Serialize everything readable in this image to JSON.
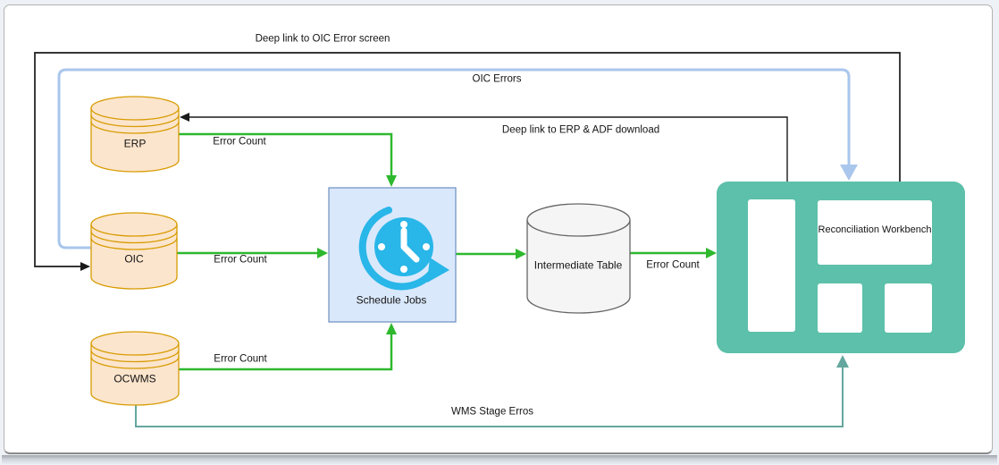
{
  "diagram": {
    "nodes": {
      "erp": {
        "label": "ERP",
        "type": "database"
      },
      "oic": {
        "label": "OIC",
        "type": "database"
      },
      "ocwms": {
        "label": "OCWMS",
        "type": "database"
      },
      "schedule_jobs": {
        "label": "Schedule Jobs",
        "icon": "clock-schedule-icon"
      },
      "intermediate_table": {
        "label": "Intermediate Table",
        "type": "database"
      },
      "reconciliation_workbench": {
        "label": "Reconciliation Workbench",
        "type": "application-window"
      }
    },
    "edges": {
      "deep_link_oic": {
        "label": "Deep link to OIC Error screen",
        "from": "reconciliation_workbench",
        "to": "oic",
        "color": "#1a1a1a"
      },
      "oic_errors": {
        "label": "OIC Errors",
        "from": "oic",
        "to": "reconciliation_workbench",
        "color": "#a9c6ec"
      },
      "deep_link_erp": {
        "label": "Deep link to ERP & ADF download",
        "from": "reconciliation_workbench",
        "to": "erp",
        "color": "#1a1a1a"
      },
      "error_count_erp": {
        "label": "Error Count",
        "from": "erp",
        "to": "schedule_jobs",
        "color": "#2eb82e"
      },
      "error_count_oic": {
        "label": "Error Count",
        "from": "oic",
        "to": "schedule_jobs",
        "color": "#2eb82e"
      },
      "error_count_ocwms": {
        "label": "Error Count",
        "from": "ocwms",
        "to": "schedule_jobs",
        "color": "#2eb82e"
      },
      "schedule_to_intermediate": {
        "label": "",
        "from": "schedule_jobs",
        "to": "intermediate_table",
        "color": "#2eb82e"
      },
      "error_count_intermediate": {
        "label": "Error Count",
        "from": "intermediate_table",
        "to": "reconciliation_workbench",
        "color": "#2eb82e"
      },
      "wms_stage_errors": {
        "label": "WMS Stage Erros",
        "from": "ocwms",
        "to": "reconciliation_workbench",
        "color": "#64a79e"
      }
    },
    "colors": {
      "green": "#2eb82e",
      "black_link": "#1a1a1a",
      "blue_link": "#a9c6ec",
      "teal_link": "#64a79e",
      "db_fill": "#fce5cd",
      "db_stroke": "#d79b00",
      "table_fill": "#f5f5f5",
      "table_stroke": "#666666",
      "job_fill": "#dae8fc",
      "job_stroke": "#6c8ebf",
      "workbench_fill": "#5cc0aa",
      "icon_blue": "#29b6e8"
    }
  }
}
